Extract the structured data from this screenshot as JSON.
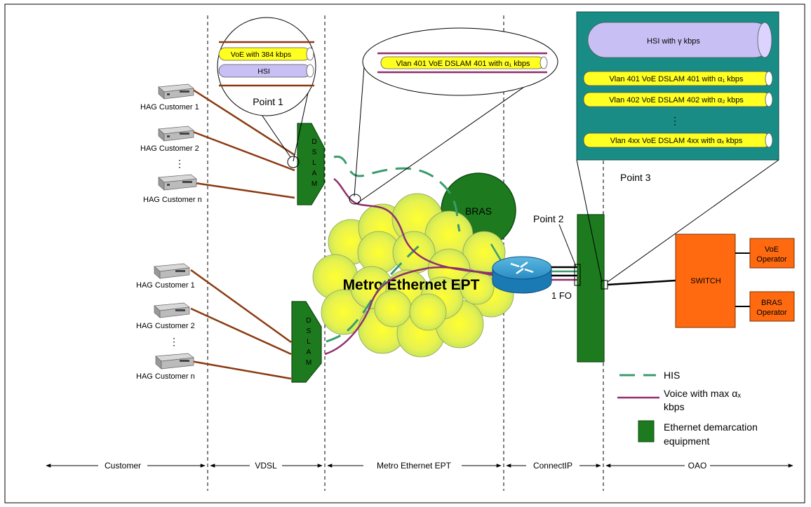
{
  "customers_top": [
    "HAG Customer 1",
    "HAG Customer 2",
    "HAG Customer n"
  ],
  "customers_bottom": [
    "HAG Customer 1",
    "HAG Customer 2",
    "HAG Customer n"
  ],
  "dslam_letters": [
    "D",
    "S",
    "L",
    "A",
    "M"
  ],
  "point1": {
    "label": "Point 1",
    "voe": "VoE with 384 kbps",
    "hsi": "HSI"
  },
  "zoom_vlan": "Vlan 401 VoE DSLAM 401 with α₁ kbps",
  "point2": {
    "label": "Point 2",
    "fo": "1 FO"
  },
  "point3": {
    "label": "Point 3",
    "hsi": "HSI with γ kbps",
    "vlans": [
      "Vlan 401 VoE DSLAM 401 with α₁ kbps",
      "Vlan 402 VoE DSLAM 402 with α₂ kbps",
      "Vlan 4xx VoE DSLAM 4xx with αₓ kbps"
    ]
  },
  "bras": "BRAS",
  "cloud": "Metro Ethernet EPT",
  "switch": "SWITCH",
  "operators": [
    {
      "line1": "VoE",
      "line2": "Operator"
    },
    {
      "line1": "BRAS",
      "line2": "Operator"
    }
  ],
  "legend": {
    "his": "HIS",
    "voice1": "Voice with max αₓ",
    "voice2": "kbps",
    "eth1": "Ethernet demarcation",
    "eth2": "equipment"
  },
  "zones": [
    "Customer",
    "VDSL",
    "Metro Ethernet EPT",
    "ConnectIP",
    "OAO"
  ],
  "colors": {
    "green": "#1e7a1e",
    "teal": "#1a8c86",
    "voice": "#8e2f6e",
    "his": "#3a9c6c",
    "pipe_yellow": "#ffff22",
    "pipe_lavender": "#c8c0f4",
    "orange": "#ff6a10",
    "link_brown": "#8a3a10"
  }
}
